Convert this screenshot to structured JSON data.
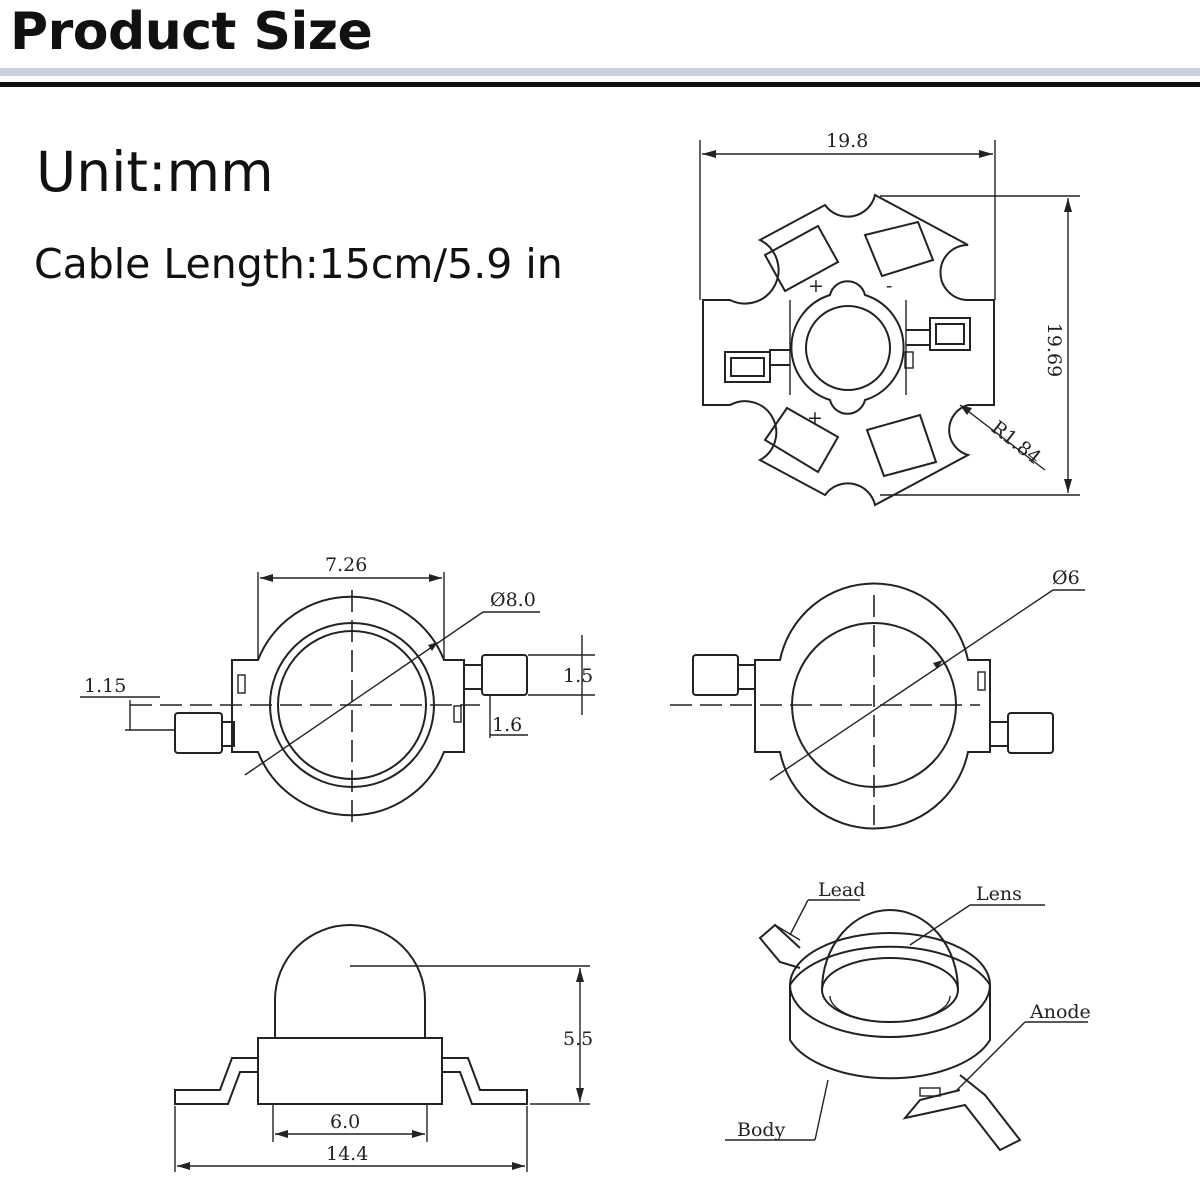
{
  "header": {
    "title": "Product Size"
  },
  "info": {
    "unit": "Unit:mm",
    "cable_length": "Cable Length:15cm/5.9 in"
  },
  "star_board": {
    "width": "19.8",
    "height": "19.69",
    "radius": "R1.84",
    "pad_top_left": "+",
    "pad_top_right": "-",
    "pad_bottom_left": "+"
  },
  "front_view": {
    "width": "7.26",
    "diameter": "Ø8.0",
    "offset": "1.15",
    "lead_height": "1.5",
    "lead_width": "1.6"
  },
  "rear_view": {
    "diameter": "Ø6"
  },
  "side_view": {
    "height": "5.5",
    "body_width": "6.0",
    "total_width": "14.4"
  },
  "iso_view": {
    "lead": "Lead",
    "lens": "Lens",
    "anode": "Anode",
    "body": "Body"
  }
}
